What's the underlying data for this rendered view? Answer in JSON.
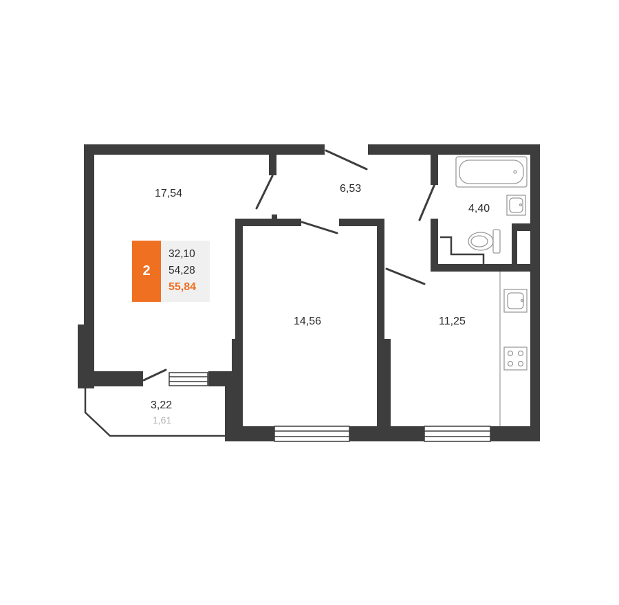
{
  "colors": {
    "wall": "#3d3d3d",
    "accent": "#f07022",
    "badge_bg": "#f0f0f0",
    "muted_text": "#b3b3b3"
  },
  "rooms": {
    "living_room": "17,54",
    "hallway": "6,53",
    "bathroom": "4,40",
    "bedroom": "14,56",
    "kitchen": "11,25",
    "balcony": "3,22",
    "balcony_reduced": "1,61"
  },
  "summary": {
    "rooms_count": "2",
    "living_area": "32,10",
    "total_area": "54,28",
    "total_area_with_balcony": "55,84"
  },
  "icons": [
    "bathtub-icon",
    "washbasin-icon",
    "toilet-icon",
    "kitchen-sink-icon",
    "stove-icon"
  ]
}
